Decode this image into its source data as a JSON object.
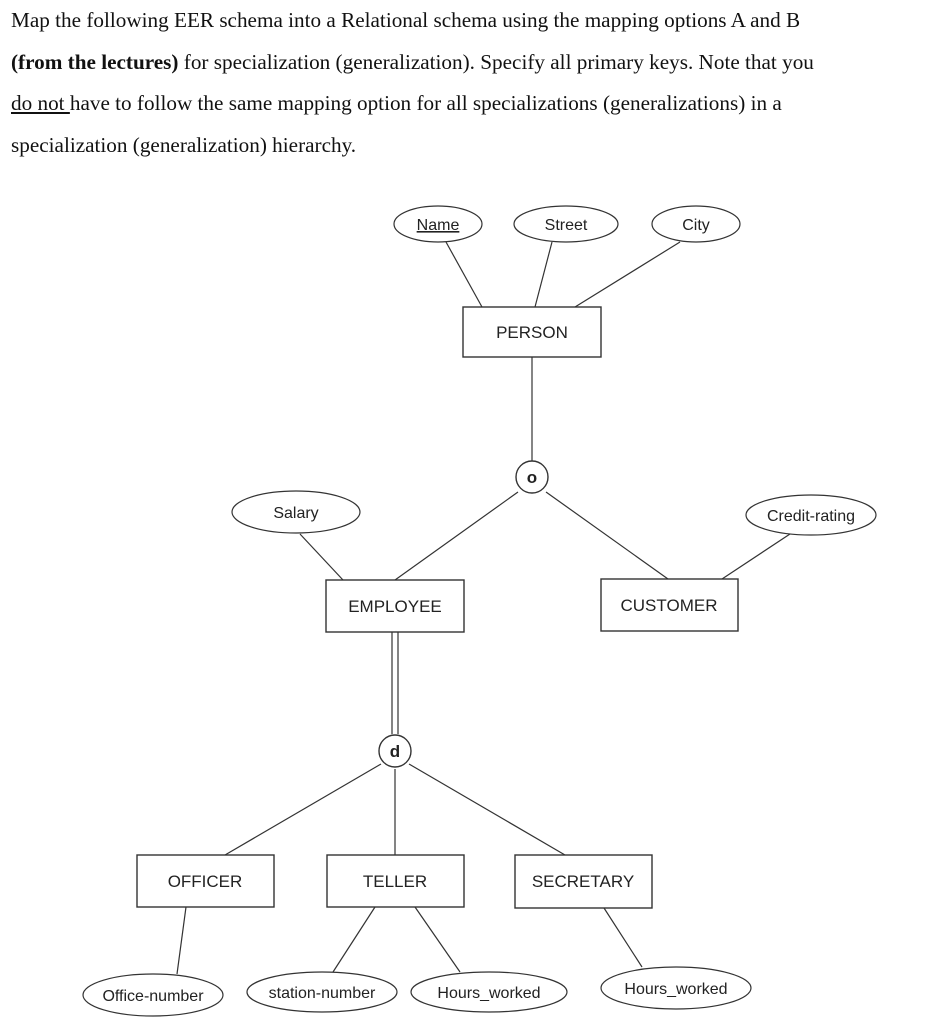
{
  "question": {
    "seg1": "Map the following EER schema into a Relational schema using the mapping options A and B",
    "seg2_bold": "(from the lectures)",
    "seg3": " for specialization (generalization). Specify all primary keys. Note that you",
    "seg4_underline": "do not ",
    "seg5": "have to follow the same mapping option for all specializations (generalizations) in a",
    "seg6": "specialization (generalization) hierarchy."
  },
  "diagram": {
    "entities": {
      "person": "PERSON",
      "employee": "EMPLOYEE",
      "customer": "CUSTOMER",
      "officer": "OFFICER",
      "teller": "TELLER",
      "secretary": "SECRETARY"
    },
    "attributes": {
      "name": "Name",
      "street": "Street",
      "city": "City",
      "salary": "Salary",
      "credit_rating": "Credit-rating",
      "office_number": "Office-number",
      "station_number": "station-number",
      "hours_worked_teller": "Hours_worked",
      "hours_worked_secretary": "Hours_worked"
    },
    "constraints": {
      "overlap": "o",
      "disjoint": "d"
    },
    "key_attributes": [
      "Name"
    ],
    "total_participation": [
      "EMPLOYEE"
    ]
  }
}
